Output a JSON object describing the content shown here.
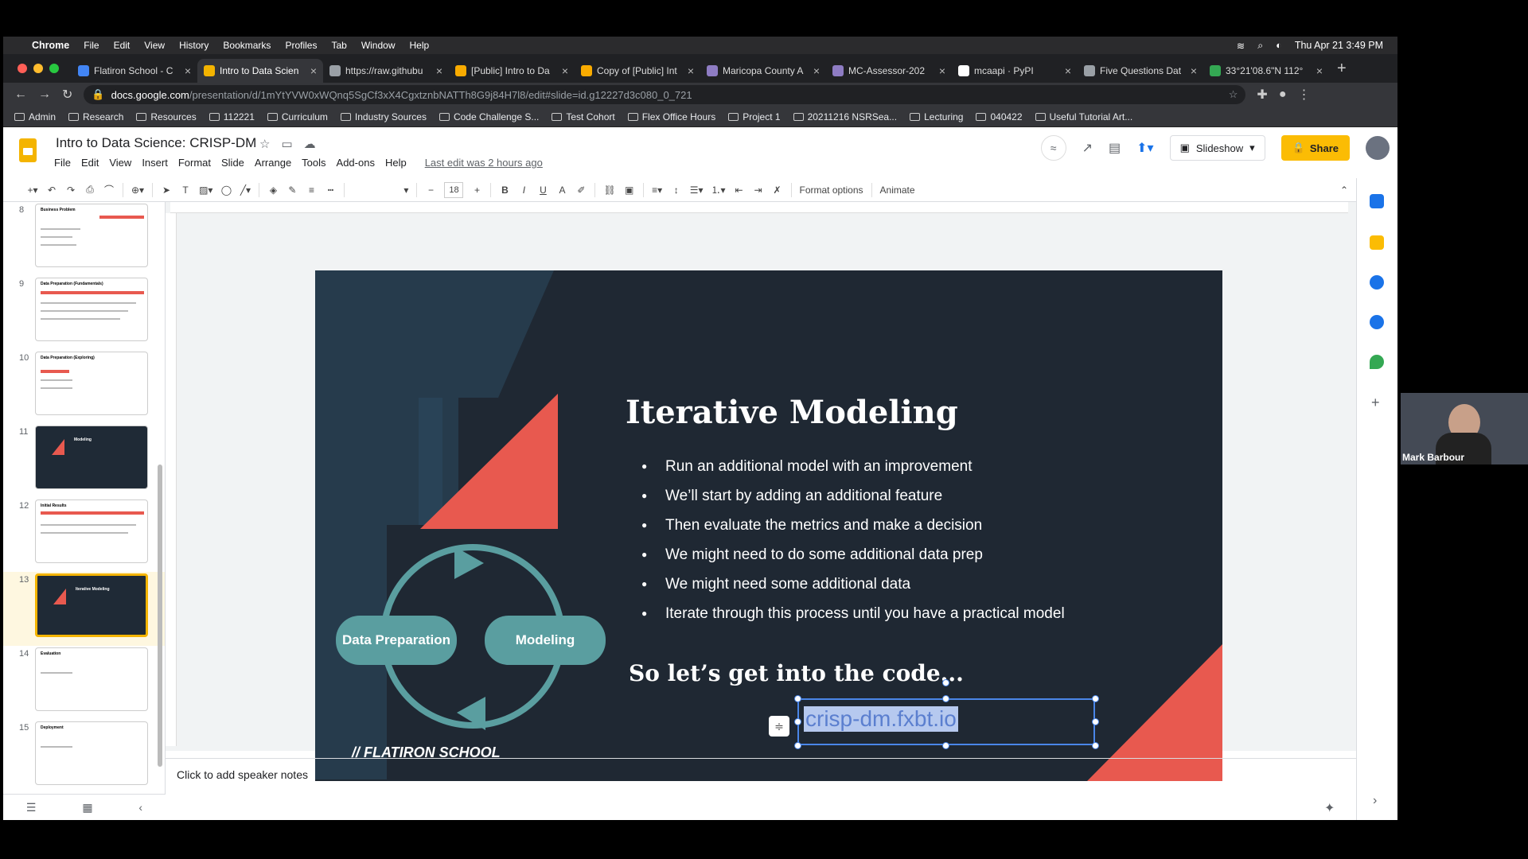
{
  "menubar": {
    "app": "Chrome",
    "items": [
      "File",
      "Edit",
      "View",
      "History",
      "Bookmarks",
      "Profiles",
      "Tab",
      "Window",
      "Help"
    ],
    "datetime": "Thu Apr 21  3:49 PM"
  },
  "tabs": [
    {
      "title": "Flatiron School - C",
      "color": "#4285f4"
    },
    {
      "title": "Intro to Data Scien",
      "color": "#f4b400"
    },
    {
      "title": "https://raw.githubu",
      "color": "#9aa0a6"
    },
    {
      "title": "[Public] Intro to Da",
      "color": "#f9ab00"
    },
    {
      "title": "Copy of [Public] Int",
      "color": "#f9ab00"
    },
    {
      "title": "Maricopa County A",
      "color": "#8e7cc3"
    },
    {
      "title": "MC-Assessor-202",
      "color": "#8e7cc3"
    },
    {
      "title": "mcaapi · PyPI",
      "color": "#ffffff"
    },
    {
      "title": "Five Questions Dat",
      "color": "#9aa0a6"
    },
    {
      "title": "33°21'08.6\"N 112°",
      "color": "#34a853"
    }
  ],
  "address": {
    "host": "docs.google.com",
    "path": "/presentation/d/1mYtYVW0xWQnq5SgCf3xX4CgxtznbNATTh8G9j84H7l8/edit#slide=id.g12227d3c080_0_721"
  },
  "bookmarks": [
    "Admin",
    "Research",
    "Resources",
    "112221",
    "Curriculum",
    "Industry Sources",
    "Code Challenge S...",
    "Test Cohort",
    "Flex Office Hours",
    "Project 1",
    "20211216 NSRSea...",
    "Lecturing",
    "040422",
    "Useful Tutorial Art..."
  ],
  "doc": {
    "title": "Intro to Data Science: CRISP-DM",
    "menus": [
      "File",
      "Edit",
      "View",
      "Insert",
      "Format",
      "Slide",
      "Arrange",
      "Tools",
      "Add-ons",
      "Help"
    ],
    "last_edit": "Last edit was 2 hours ago",
    "slideshow": "Slideshow",
    "share": "Share"
  },
  "toolbar": {
    "font_size": "18",
    "format_options": "Format options",
    "animate": "Animate"
  },
  "filmstrip": {
    "numbers": [
      "8",
      "9",
      "10",
      "11",
      "12",
      "13",
      "14",
      "15"
    ],
    "titles": [
      "Business Problem",
      "Data Preparation (Fundamentals)",
      "Data Preparation (Exploring)",
      "Modeling",
      "Initial Results",
      "Iterative Modeling",
      "Evaluation",
      "Deployment"
    ]
  },
  "slide": {
    "title": "Iterative Modeling",
    "bullets": [
      "Run an additional model with an improvement",
      "We’ll start by adding an additional feature",
      "Then evaluate the metrics and make a decision",
      "We might need to do some additional data prep",
      "We might need some additional data",
      "Iterate through this process until you have a practical model"
    ],
    "subtitle": "So let’s get into the code...",
    "link": "crisp-dm.fxbt.io",
    "pill_left": "Data Preparation",
    "pill_right": "Modeling",
    "brand": "// FLATIRON SCHOOL"
  },
  "notes": "Click to add speaker notes",
  "video": {
    "name": "Mark Barbour"
  },
  "colors": {
    "slide_bg": "#1f2833",
    "accent_red": "#e8594f",
    "teal": "#5a9ea0",
    "shape_blue": "#2c4a60"
  }
}
